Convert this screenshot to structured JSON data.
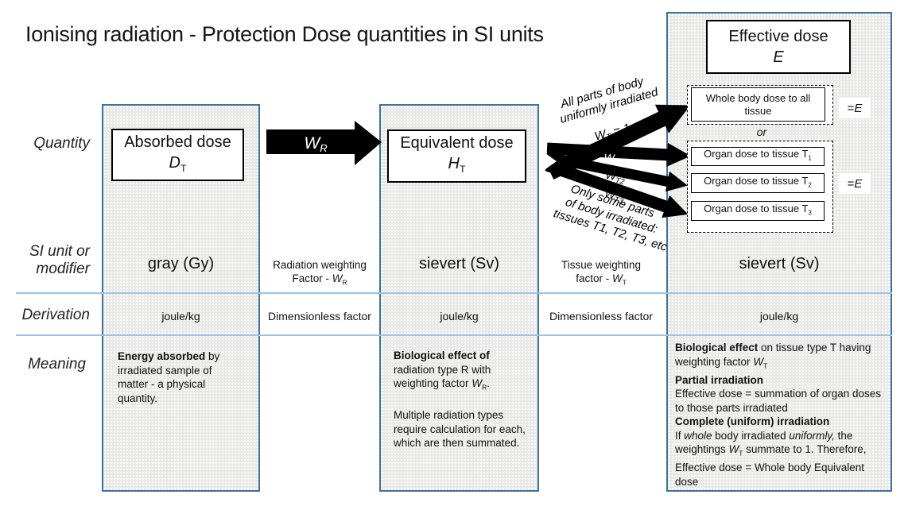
{
  "title": "Ionising radiation - Protection Dose quantities in SI units",
  "row_labels": {
    "quantity": "Quantity",
    "si_unit_line1": "SI unit or",
    "si_unit_line2": "modifier",
    "derivation": "Derivation",
    "meaning": "Meaning"
  },
  "columns": {
    "absorbed": {
      "name": "Absorbed dose",
      "symbol_main": "D",
      "symbol_sub": "T",
      "si_unit": "gray (Gy)",
      "derivation": "joule/kg"
    },
    "equivalent": {
      "name": "Equivalent dose",
      "symbol_main": "H",
      "symbol_sub": "T",
      "si_unit": "sievert (Sv)",
      "derivation": "joule/kg"
    },
    "effective": {
      "name": "Effective dose",
      "symbol_main": "E",
      "si_unit": "sievert (Sv)",
      "derivation": "joule/kg"
    }
  },
  "wr_arrow": {
    "label_main": "W",
    "label_sub": "R"
  },
  "radiation_factor": {
    "line1": "Radiation weighting",
    "line2_prefix": "Factor - ",
    "w": "W",
    "sub": "R",
    "derivation": "Dimensionless factor"
  },
  "tissue_factor": {
    "line1": "Tissue weighting",
    "line2_prefix": "factor - ",
    "w": "W",
    "sub": "T",
    "derivation": "Dimensionless factor"
  },
  "fan": {
    "top_note_line1": "All parts of body",
    "top_note_line2": "uniformly irradiated",
    "wt_eq_main": "W",
    "wt_eq_sub": "T",
    "wt_eq_tail": " = 1",
    "wt1_main": "W",
    "wt1_sub": "T1",
    "wt2_main": "W",
    "wt2_sub": "T2",
    "wt3_main": "W",
    "wt3_sub": "T3",
    "bottom_note_line1": "Only some parts",
    "bottom_note_line2": "of body irradiated:",
    "bottom_note_line3": "tissues T1, T2, T3, etc"
  },
  "effective_detail": {
    "whole_body_label": "Whole body dose to all tissue",
    "or_label": "or",
    "organ1_text": "Organ dose to tissue T",
    "organ1_sub": "1",
    "organ2_text": "Organ dose to tissue T",
    "organ2_sub": "2",
    "organ3_text": "Organ dose to tissue T",
    "organ3_sub": "3",
    "equals_prefix": "= ",
    "equals_symbol": "E"
  },
  "meaning": {
    "absorbed": {
      "bold": "Energy absorbed",
      "rest": " by irradiated sample of matter  - a physical quantity."
    },
    "equivalent": {
      "bold": "Biological effect of",
      "rest": " radiation type R with weighting factor ",
      "w": "W",
      "wsub": "R",
      "dot": ".",
      "para2": "Multiple radiation types require calculation for each, which are then summated."
    },
    "effective": {
      "p1_bold": "Biological effect",
      "p1_rest": " on tissue type T having weighting factor ",
      "p1_w": "W",
      "p1_wsub": "T",
      "p2_bold": "Partial irradiation",
      "p3": "Effective dose = summation of organ doses to those parts irradiated",
      "p4_bold": "Complete (uniform) irradiation",
      "p5_a": "If ",
      "p5_i1": "whole",
      "p5_b": " body irradiated ",
      "p5_i2": "uniformly,",
      "p5_c": " the weightings ",
      "p5_w": "W",
      "p5_wsub": "T",
      "p5_d": " summate to 1. Therefore, Effective dose = Whole body Equivalent dose"
    }
  },
  "colors": {
    "column_border": "#41719c",
    "column_fill": "#e9e9e8",
    "row_line_blue": "#9cc2e5",
    "arrow_black": "#000000"
  }
}
